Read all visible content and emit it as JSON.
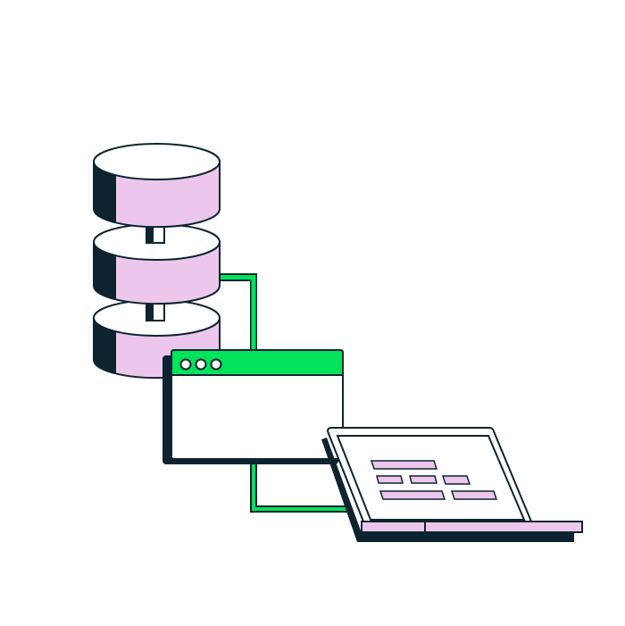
{
  "illustration": {
    "subject": [
      "database-icon",
      "browser-window-icon",
      "laptop-icon",
      "connector-lines"
    ],
    "colors": {
      "ink": "#0d2430",
      "pink": "#ecc7eb",
      "green": "#00e35b",
      "white": "#ffffff"
    },
    "database": {
      "disk_count": 3
    },
    "browser_window": {
      "control_dots": 3
    },
    "laptop": {
      "screen_bar_count": 6
    }
  }
}
